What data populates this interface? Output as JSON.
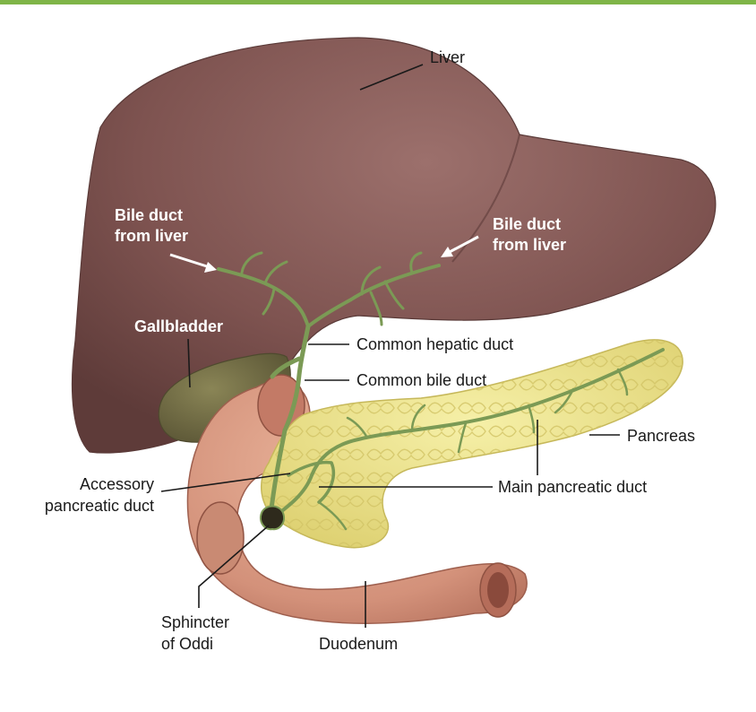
{
  "colors": {
    "top_rule": "#7fb548",
    "liver": "#7e5350",
    "gallbladder": "#6f6a45",
    "duct": "#7b9a55",
    "pancreas": "#efe78f",
    "duodenum": "#d89a80",
    "label": "#1a1a1a",
    "label_on_organ": "#ffffff"
  },
  "labels": {
    "liver": "Liver",
    "bile_duct_left_1": "Bile duct",
    "bile_duct_left_2": "from liver",
    "bile_duct_right_1": "Bile duct",
    "bile_duct_right_2": "from liver",
    "gallbladder": "Gallbladder",
    "common_hepatic_duct": "Common hepatic duct",
    "common_bile_duct": "Common bile duct",
    "pancreas": "Pancreas",
    "accessory_1": "Accessory",
    "accessory_2": "pancreatic duct",
    "main_pancreatic_duct": "Main pancreatic duct",
    "sphincter_1": "Sphincter",
    "sphincter_2": "of Oddi",
    "duodenum": "Duodenum"
  }
}
